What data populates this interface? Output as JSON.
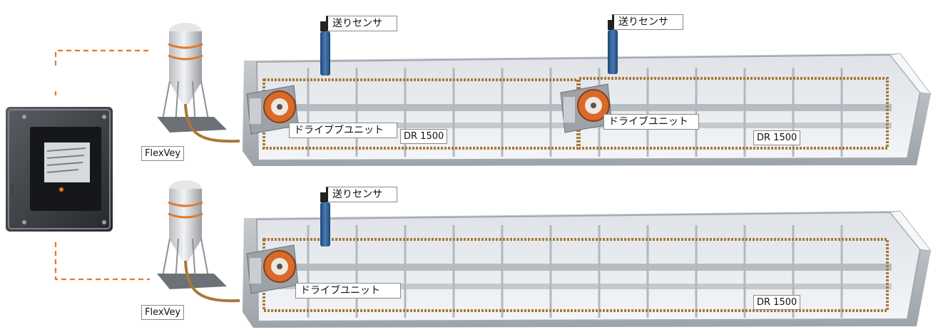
{
  "labels": {
    "feed_sensor": "送りセンサ",
    "drive_unit": "ドライブユニット",
    "drive_unit_alt": "ドライブブユニット",
    "model": "DR 1500",
    "silo_system": "FlexVey"
  },
  "colors": {
    "connector": "#e2782a",
    "chain": "#a9783a",
    "sensor": "#2f5c93",
    "drive_ring": "#d86a2c"
  }
}
